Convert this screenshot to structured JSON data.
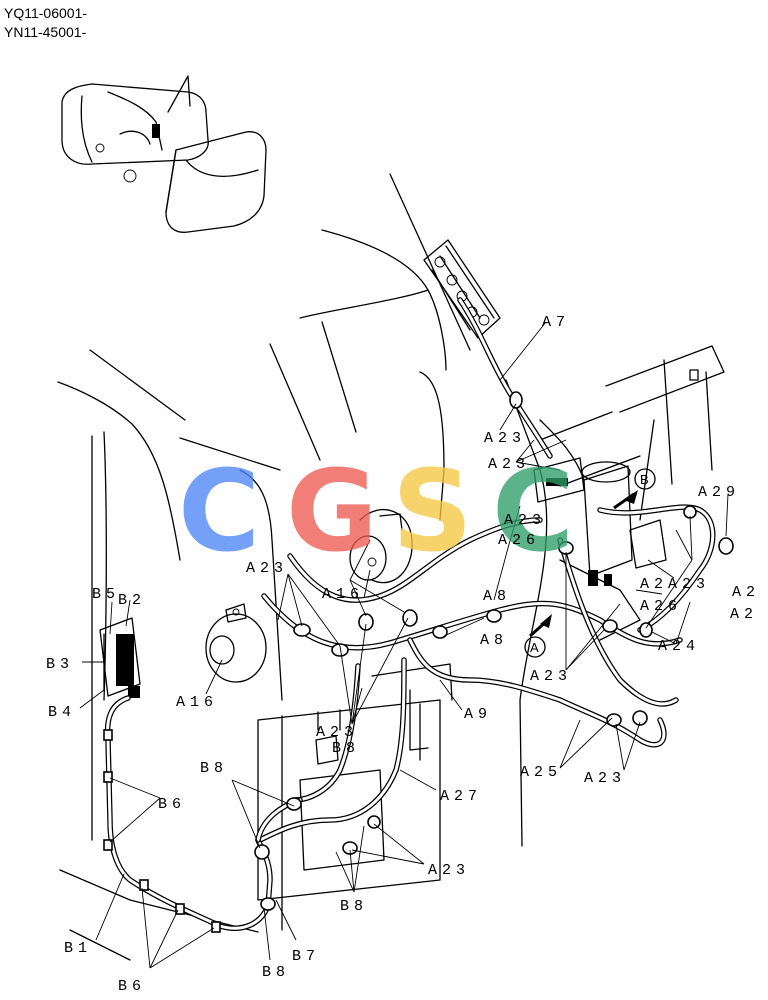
{
  "header": {
    "serial_1": "YQ11-06001-",
    "serial_2": "YN11-45001-"
  },
  "watermark": {
    "letters": [
      "C",
      "G",
      "S",
      "C"
    ],
    "colors": [
      "#4f86f7",
      "#ee5a52",
      "#f6c744",
      "#2f9e6a"
    ]
  },
  "callouts": {
    "A7": "A7",
    "A9": "A9",
    "A16": "A16",
    "A23": "A23",
    "A24": "A24",
    "A25": "A25",
    "A26": "A26",
    "A27": "A27",
    "A29": "A29",
    "A2": "A2",
    "A8": "A8",
    "A": "A",
    "B": "B",
    "B1": "B1",
    "B2": "B2",
    "B3": "B3",
    "B4": "B4",
    "B5": "B5",
    "B6": "B6",
    "B7": "B7",
    "B8": "B8"
  }
}
